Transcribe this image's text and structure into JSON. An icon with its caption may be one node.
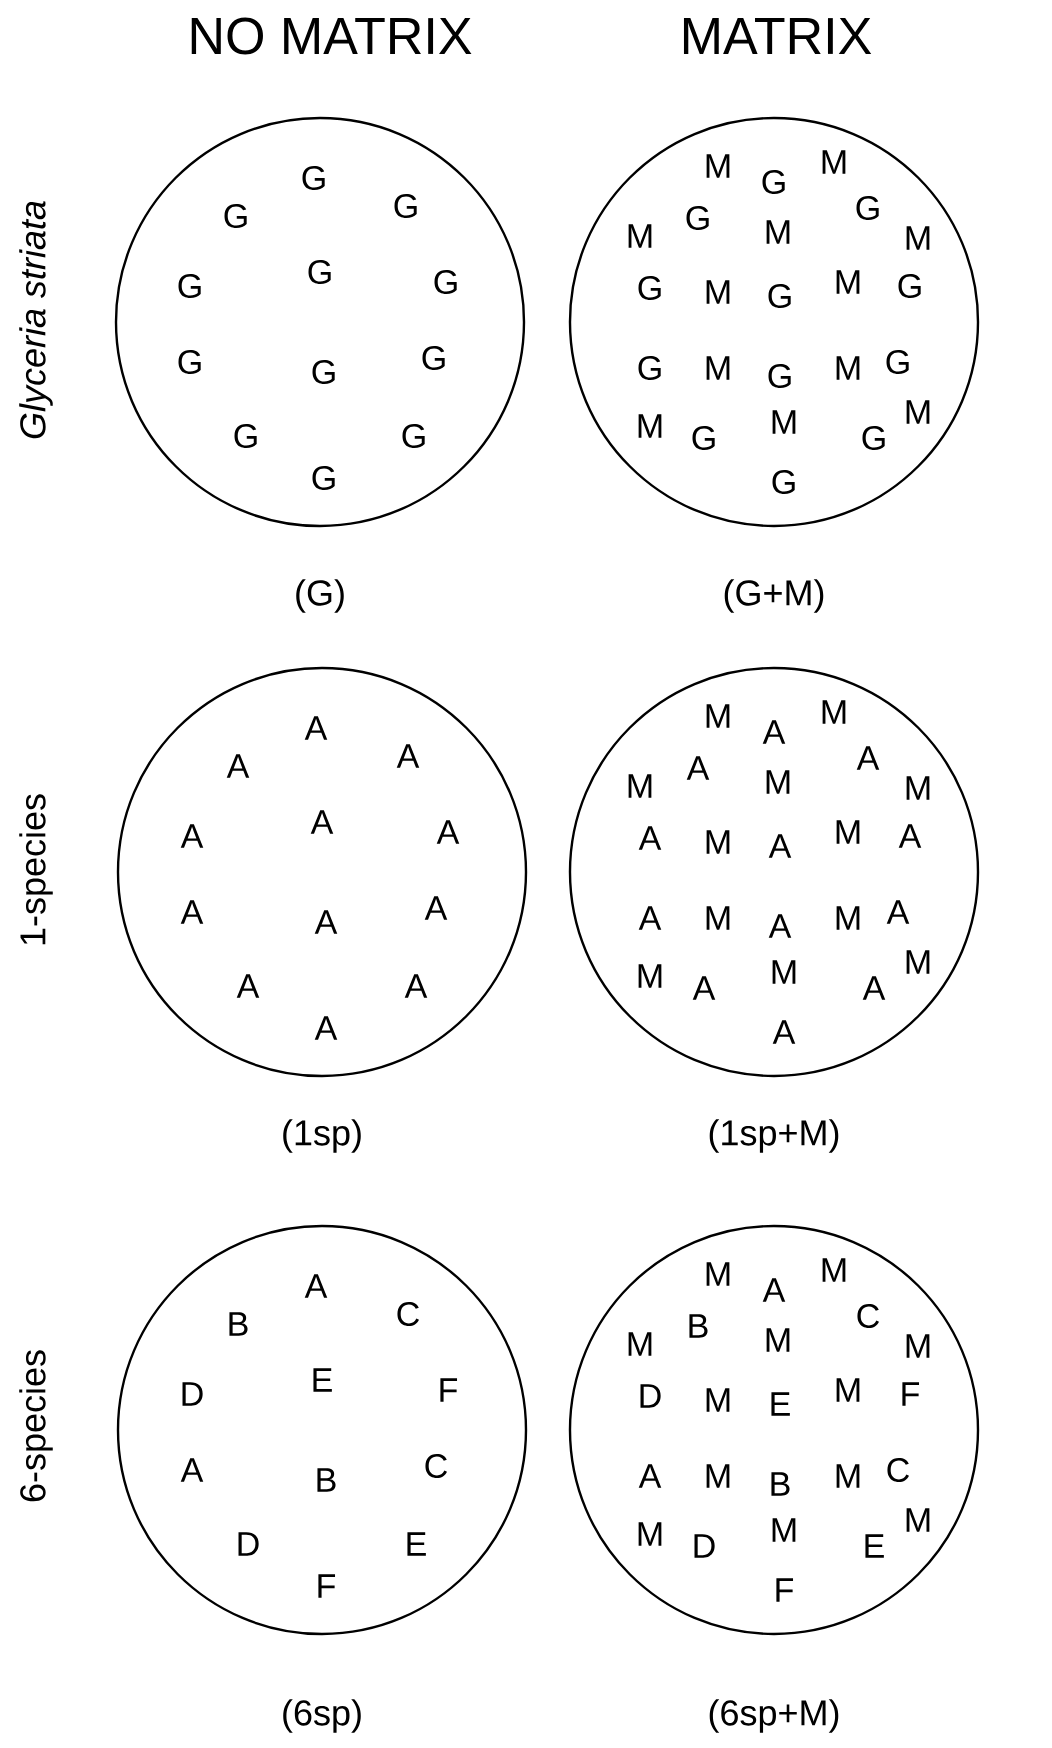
{
  "diagram": {
    "nodes": [
      {
        "text": [
          "G",
          "G",
          "G",
          "G",
          "G",
          "G",
          "G",
          "G",
          "G",
          "G",
          "G",
          "G"
        ],
        "beside": [
          "(G)"
        ]
      },
      {
        "text": [
          "M",
          "G",
          "M",
          "M",
          "G",
          "M",
          "G",
          "M",
          "G",
          "M",
          "G",
          "M",
          "G",
          "G",
          "M",
          "G",
          "M",
          "G",
          "M",
          "G",
          "M",
          "G",
          "M",
          "G"
        ],
        "beside": [
          "(G+M)"
        ]
      },
      {
        "text": [
          "A",
          "A",
          "A",
          "A",
          "A",
          "A",
          "A",
          "A",
          "A",
          "A",
          "A",
          "A"
        ],
        "beside": [
          "(1sp)"
        ]
      },
      {
        "text": [
          "M",
          "A",
          "M",
          "M",
          "A",
          "M",
          "A",
          "M",
          "A",
          "M",
          "A",
          "M",
          "A",
          "A",
          "M",
          "A",
          "M",
          "A",
          "M",
          "A",
          "M",
          "A",
          "M",
          "A"
        ],
        "beside": [
          "(1sp+M)"
        ]
      },
      {
        "text": [
          "A",
          "B",
          "C",
          "D",
          "E",
          "F",
          "A",
          "B",
          "C",
          "D",
          "E",
          "F"
        ],
        "beside": [
          "(6sp)"
        ]
      },
      {
        "text": [
          "M",
          "A",
          "M",
          "M",
          "B",
          "M",
          "C",
          "M",
          "D",
          "M",
          "E",
          "M",
          "F",
          "A",
          "M",
          "B",
          "M",
          "C",
          "M",
          "D",
          "M",
          "E",
          "M",
          "F"
        ],
        "beside": [
          "(6sp+M)"
        ]
      }
    ],
    "labels": [
      "NO MATRIX",
      "MATRIX",
      "Glyceria striata",
      "1-species",
      "6-species"
    ]
  }
}
